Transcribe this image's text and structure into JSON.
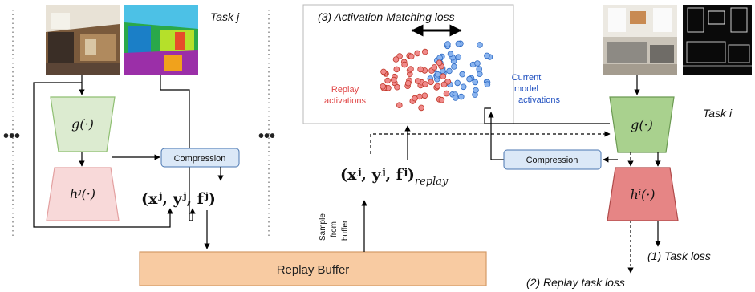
{
  "left": {
    "task_label": "Task j",
    "encoder": "g(·)",
    "head": "hʲ(·)",
    "compression": "Compression",
    "tuple": "(xʲ, yʲ, fʲ)"
  },
  "right": {
    "task_label": "Task i",
    "encoder": "g(·)",
    "head": "hⁱ(·)",
    "compression": "Compression",
    "task_loss": "(1)  Task loss",
    "replay_task_loss": "(2) Replay task loss"
  },
  "middle": {
    "activation_title": "(3) Activation Matching loss",
    "replay_activations": [
      "Replay",
      "activations"
    ],
    "current_activations": [
      "Current",
      "model",
      "activations"
    ],
    "replay_tuple_main": "(xʲ, yʲ, fʲ)",
    "replay_tuple_sub": "replay",
    "sample_label": [
      "Sample",
      "from",
      "buffer"
    ],
    "replay_buffer": "Replay Buffer"
  },
  "ellipses": [
    "•••",
    "•••"
  ],
  "colors": {
    "encoder_fill": "#dcebd0",
    "encoder_stroke": "#8fbf72",
    "head_fill": "#f8d9d9",
    "head_stroke": "#e3a0a0",
    "encoder_fill_active": "#a9d18e",
    "encoder_stroke_active": "#6b9a52",
    "head_fill_active": "#e68585",
    "head_stroke_active": "#b04a4a",
    "compression_fill": "#dbe8f7",
    "compression_stroke": "#4a76b0",
    "buffer_fill": "#f8cba2",
    "buffer_stroke": "#d49a66",
    "replay_red": "#e04545",
    "current_blue": "#3a7bd5"
  }
}
